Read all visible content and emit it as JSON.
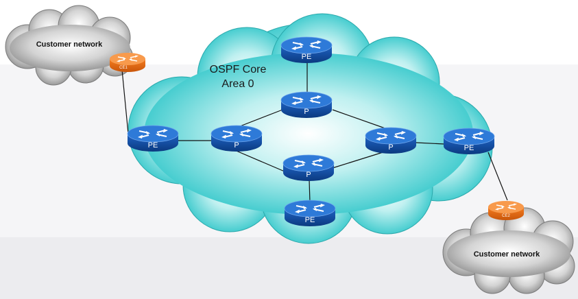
{
  "core": {
    "title_line1": "OSPF Core",
    "title_line2": "Area 0"
  },
  "customer_networks": {
    "left_label": "Customer network",
    "right_label": "Customer network"
  },
  "routers": {
    "pe_top": "PE",
    "pe_left": "PE",
    "pe_right": "PE",
    "pe_bottom": "PE",
    "p_top": "P",
    "p_left": "P",
    "p_right": "P",
    "p_bottom": "P",
    "ce_left": "CE1",
    "ce_right": "CE2"
  },
  "colors": {
    "core_cloud_center": "#ffffff",
    "core_cloud_edge": "#2fc6c9",
    "customer_cloud_center": "#ffffff",
    "customer_cloud_edge": "#8c8c8c",
    "router_blue": "#1f63c4",
    "router_dark_blue": "#0d3f8a",
    "ce_orange": "#f47c20",
    "link_color": "#111111"
  }
}
